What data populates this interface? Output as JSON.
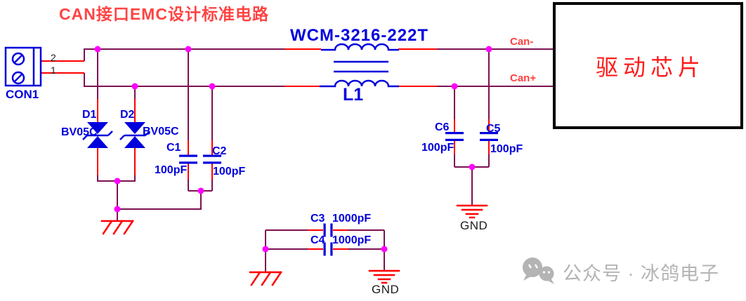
{
  "title": "CAN接口EMC设计标准电路",
  "connector": {
    "ref": "CON1",
    "pin2": "2",
    "pin1": "1"
  },
  "tvs": {
    "d1": {
      "ref": "D1",
      "value": "BV05C"
    },
    "d2": {
      "ref": "D2",
      "value": "BV05C"
    }
  },
  "choke": {
    "part": "WCM-3216-222T",
    "ref": "L1"
  },
  "caps": {
    "c1": {
      "ref": "C1",
      "value": "100pF"
    },
    "c2": {
      "ref": "C2",
      "value": "100pF"
    },
    "c3": {
      "ref": "C3",
      "value": "1000pF"
    },
    "c4": {
      "ref": "C4",
      "value": "1000pF"
    },
    "c5": {
      "ref": "C5",
      "value": "100pF"
    },
    "c6": {
      "ref": "C6",
      "value": "100pF"
    }
  },
  "nets": {
    "can_minus": "Can-",
    "can_plus": "Can+",
    "gnd_right": "GND",
    "gnd_bottom": "GND"
  },
  "chip": {
    "label": "驱动芯片"
  },
  "watermark": {
    "text": "公众号 · 冰鸽电子"
  },
  "colors": {
    "wire": "#7d1152",
    "pin": "#ff0000",
    "symbol": "#0000dd",
    "junction": "#ff00ff",
    "title-red": "#ff4444",
    "chip-red": "#ff1c1c",
    "net-label-red": "#ff4040",
    "text-dark": "#1c1c1c",
    "watermark-gray": "#b4b4b4",
    "chip-border": "#000000",
    "background": "#ffffff"
  }
}
